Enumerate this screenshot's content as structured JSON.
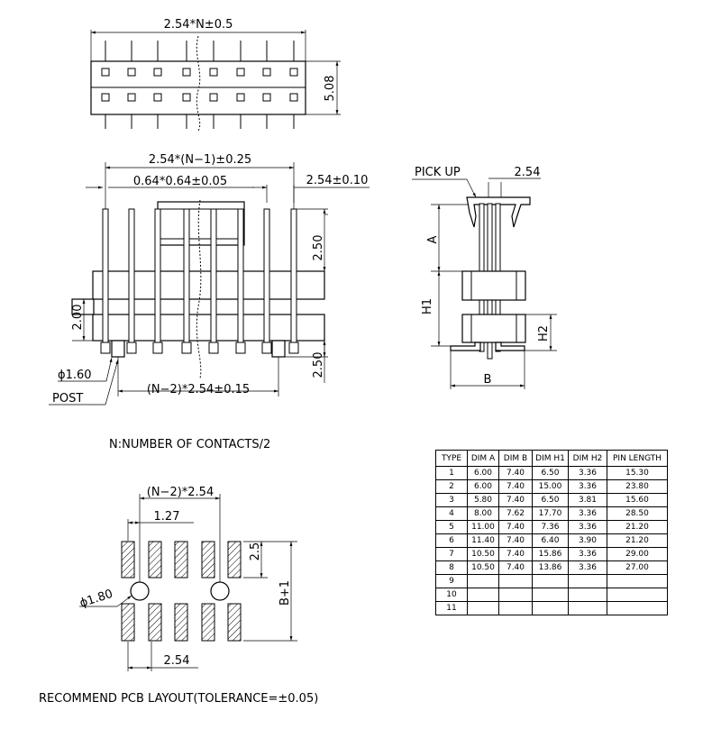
{
  "dims": {
    "overall_width": "2.54*N±0.5",
    "height_508": "5.08",
    "pitch_span": "2.54*(N−1)±0.25",
    "pin_size": "0.64*0.64±0.05",
    "pitch": "2.54±0.10",
    "dim_250_top": "2.50",
    "dim_200": "2.00",
    "dim_250_bottom": "2.50",
    "post_dia": "ϕ1.60",
    "post_label": "POST",
    "span_n2": "(N−2)*2.54±0.15",
    "pick_up": "PICK UP",
    "side_pitch": "2.54",
    "label_a": "A",
    "label_h1": "H1",
    "label_h2": "H2",
    "label_b": "B"
  },
  "note": "N:NUMBER OF CONTACTS/2",
  "pcb": {
    "span": "(N−2)*2.54",
    "offset": "1.27",
    "pad_len": "2.5",
    "hole_dia": "ϕ1.80",
    "b_plus_1": "B+1",
    "pitch": "2.54",
    "caption": "RECOMMEND PCB LAYOUT(TOLERANCE=±0.05)"
  },
  "table": {
    "headers": [
      "TYPE",
      "DIM A",
      "DIM B",
      "DIM H1",
      "DIM H2",
      "PIN LENGTH"
    ],
    "rows": [
      [
        "1",
        "6.00",
        "7.40",
        "6.50",
        "3.36",
        "15.30"
      ],
      [
        "2",
        "6.00",
        "7.40",
        "15.00",
        "3.36",
        "23.80"
      ],
      [
        "3",
        "5.80",
        "7.40",
        "6.50",
        "3.81",
        "15.60"
      ],
      [
        "4",
        "8.00",
        "7.62",
        "17.70",
        "3.36",
        "28.50"
      ],
      [
        "5",
        "11.00",
        "7.40",
        "7.36",
        "3.36",
        "21.20"
      ],
      [
        "6",
        "11.40",
        "7.40",
        "6.40",
        "3.90",
        "21.20"
      ],
      [
        "7",
        "10.50",
        "7.40",
        "15.86",
        "3.36",
        "29.00"
      ],
      [
        "8",
        "10.50",
        "7.40",
        "13.86",
        "3.36",
        "27.00"
      ],
      [
        "9",
        "",
        "",
        "",
        "",
        ""
      ],
      [
        "10",
        "",
        "",
        "",
        "",
        ""
      ],
      [
        "11",
        "",
        "",
        "",
        "",
        ""
      ]
    ]
  }
}
